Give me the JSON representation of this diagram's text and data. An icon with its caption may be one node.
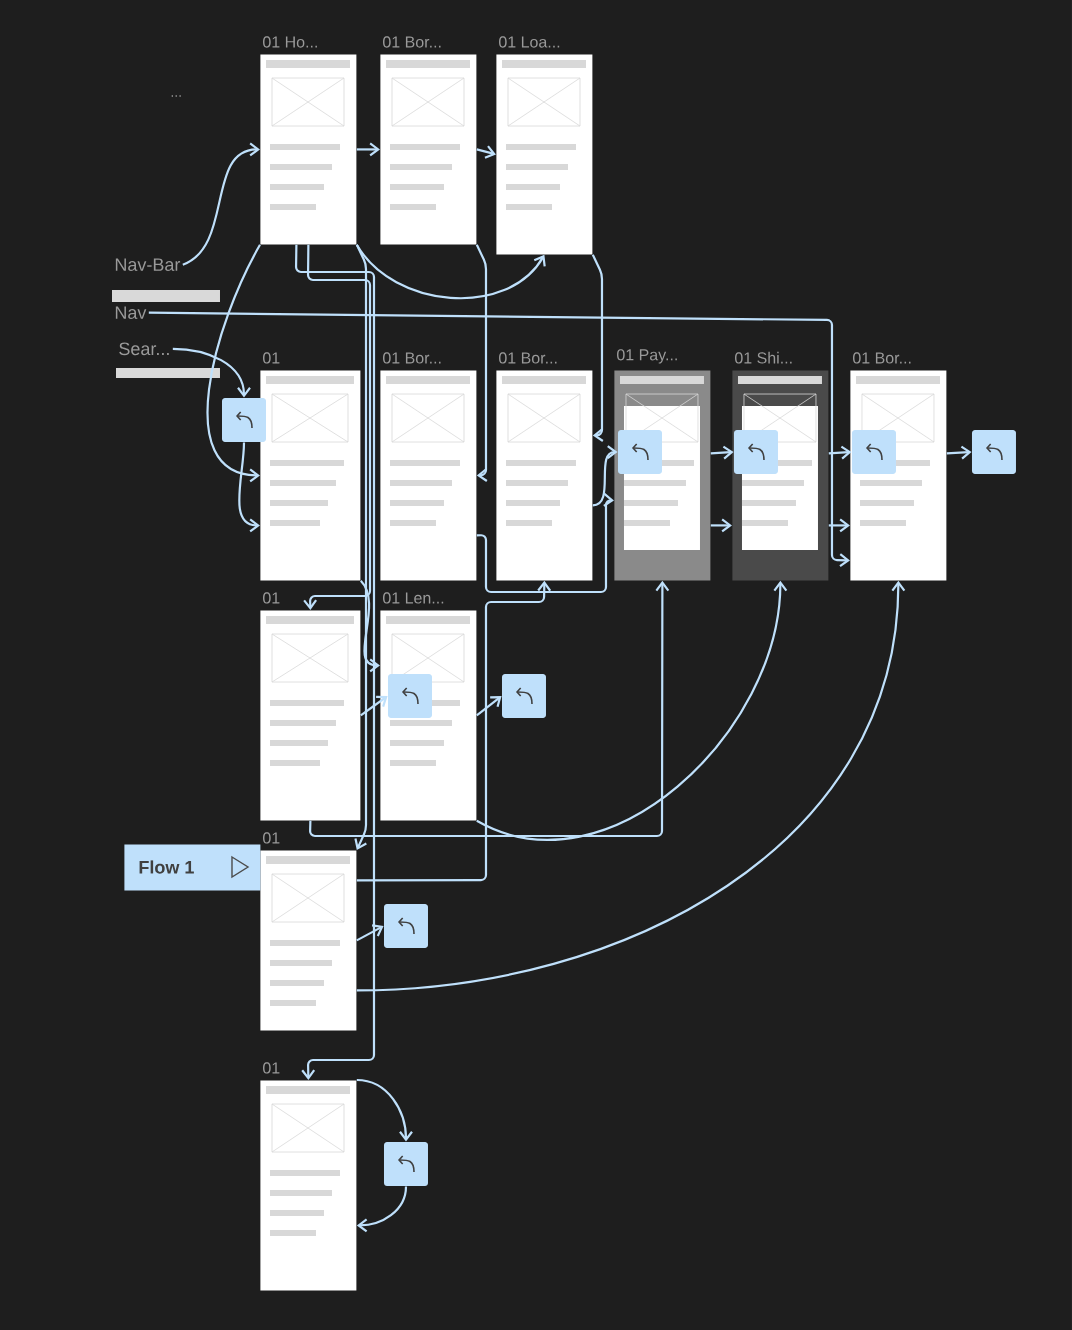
{
  "diagram": {
    "nodes": [
      {
        "text": [
          "01 Ho..."
        ]
      },
      {
        "text": [
          "01 Bor..."
        ]
      },
      {
        "text": [
          "01 Loa..."
        ]
      },
      {
        "text": [
          "Nav-Bar"
        ]
      },
      {
        "text": [
          "Nav"
        ]
      },
      {
        "text": [
          "Sear..."
        ]
      },
      {
        "text": [
          "01"
        ]
      },
      {
        "text": [
          "01 Bor..."
        ]
      },
      {
        "text": [
          "01 Bor..."
        ]
      },
      {
        "text": [
          "01 Pay..."
        ]
      },
      {
        "text": [
          "01 Shi..."
        ]
      },
      {
        "text": [
          "01 Bor..."
        ]
      },
      {
        "text": [
          "01"
        ]
      },
      {
        "text": [
          "01 Len..."
        ]
      },
      {
        "text": [
          "01"
        ]
      },
      {
        "text": [
          "01"
        ]
      },
      {
        "text": [
          "Flow 1"
        ]
      },
      {
        "text": [],
        "shape": "box"
      },
      {
        "text": [],
        "shape": "box",
        "in": 13
      },
      {
        "text": [],
        "shape": "box"
      },
      {
        "text": [],
        "shape": "box",
        "in": 9
      },
      {
        "text": [],
        "shape": "box",
        "in": 10
      },
      {
        "text": [],
        "shape": "box",
        "in": 11
      },
      {
        "text": [],
        "shape": "box"
      },
      {
        "text": [],
        "shape": "box"
      },
      {
        "text": [],
        "shape": "box"
      }
    ],
    "edges": [
      {
        "from": 3,
        "to": 0,
        "arrow": "to"
      },
      {
        "from": 0,
        "to": 1,
        "arrow": "to"
      },
      {
        "from": 0,
        "to": 2,
        "arrow": "to"
      },
      {
        "from": 1,
        "to": 2,
        "arrow": "to"
      },
      {
        "from": 1,
        "to": 7,
        "arrow": "to"
      },
      {
        "from": 2,
        "to": 8,
        "arrow": "to"
      },
      {
        "from": 0,
        "to": 6,
        "arrow": "to"
      },
      {
        "from": 0,
        "to": 12,
        "arrow": "to"
      },
      {
        "from": 0,
        "to": 14,
        "arrow": "to"
      },
      {
        "from": 0,
        "to": 15,
        "arrow": "to"
      },
      {
        "from": 4,
        "to": 11,
        "arrow": "to"
      },
      {
        "from": 5,
        "to": 17,
        "arrow": "to"
      },
      {
        "from": 17,
        "to": 6,
        "arrow": "to"
      },
      {
        "from": 6,
        "to": 13,
        "arrow": "to"
      },
      {
        "from": 7,
        "to": 9,
        "arrow": "to"
      },
      {
        "from": 8,
        "to": 20,
        "arrow": "to"
      },
      {
        "from": 9,
        "to": 10,
        "arrow": "to"
      },
      {
        "from": 9,
        "to": 21,
        "arrow": "to"
      },
      {
        "from": 10,
        "to": 11,
        "arrow": "to"
      },
      {
        "from": 10,
        "to": 22,
        "arrow": "to"
      },
      {
        "from": 11,
        "to": 23,
        "arrow": "to"
      },
      {
        "from": 12,
        "to": 18,
        "arrow": "to"
      },
      {
        "from": 13,
        "to": 19,
        "arrow": "to"
      },
      {
        "from": 14,
        "to": 24,
        "arrow": "to"
      },
      {
        "from": 15,
        "to": 25,
        "arrow": "to"
      },
      {
        "from": 25,
        "to": 15,
        "arrow": "to"
      },
      {
        "from": 14,
        "to": 8,
        "arrow": "to"
      },
      {
        "from": 12,
        "to": 9,
        "arrow": "to"
      },
      {
        "from": 13,
        "to": 10,
        "arrow": "to"
      },
      {
        "from": 14,
        "to": 11,
        "arrow": "to"
      }
    ],
    "labels": [
      "..."
    ]
  }
}
